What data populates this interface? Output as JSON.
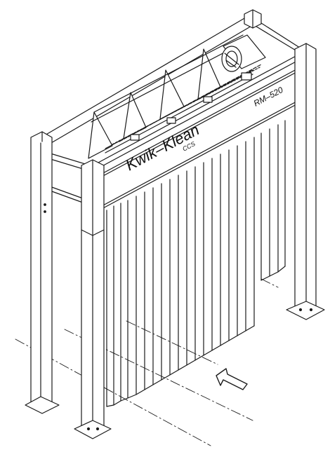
{
  "drawing": {
    "brand": "Kwik–Klean",
    "brand_sub": "CCS",
    "model": "RM–520",
    "flow_arrow_icon": "arrow-icon",
    "line_color": "#1a1a1a",
    "background": "#ffffff"
  }
}
